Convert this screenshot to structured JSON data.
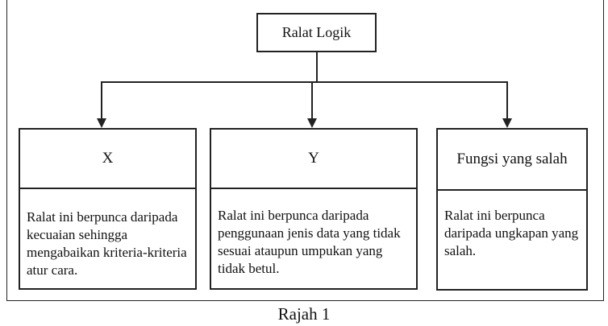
{
  "diagram": {
    "root": {
      "label": "Ralat Logik"
    },
    "children": [
      {
        "title": "X",
        "description": "Ralat ini berpunca daripada kecuaian sehingga mengabaikan kriteria-kriteria atur cara."
      },
      {
        "title": "Y",
        "description": "Ralat ini berpunca daripada penggunaan jenis data yang tidak sesuai ataupun umpukan yang tidak betul."
      },
      {
        "title": "Fungsi yang salah",
        "description": "Ralat ini berpunca daripada ungkapan yang salah."
      }
    ],
    "caption": "Rajah 1"
  }
}
